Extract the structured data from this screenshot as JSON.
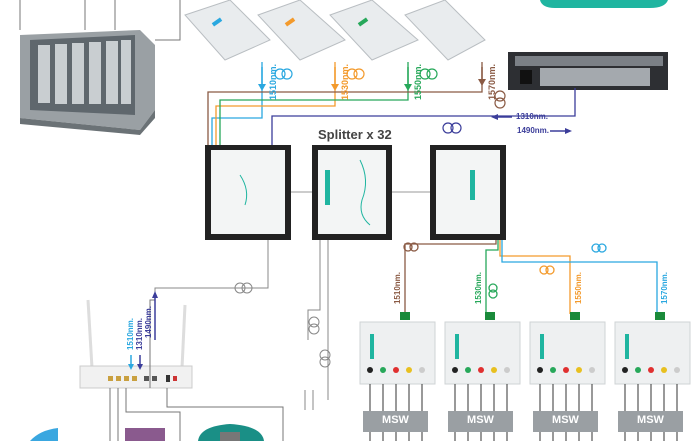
{
  "title": "Splitter x 32",
  "headend": {
    "downstream_wavelengths": [
      {
        "label": "1510nm.",
        "color": "#2aa8e0"
      },
      {
        "label": "1530nm.",
        "color": "#f39a2c"
      },
      {
        "label": "1550nm.",
        "color": "#27a85a"
      },
      {
        "label": "1570nm.",
        "color": "#8a5a44"
      }
    ],
    "olt_up": {
      "label": "1310nm.",
      "color": "#3b3d9a"
    },
    "olt_down": {
      "label": "1490nm.",
      "color": "#3b3d9a"
    }
  },
  "drops": [
    {
      "label": "1510nm.",
      "color": "#8a5a44"
    },
    {
      "label": "1530nm.",
      "color": "#27a85a"
    },
    {
      "label": "1550nm.",
      "color": "#f39a2c"
    },
    {
      "label": "1570nm.",
      "color": "#2aa8e0"
    }
  ],
  "msw_label": "MSW",
  "router_labels": [
    {
      "label": "1510nm.",
      "color": "#2aa8e0"
    },
    {
      "label": "1310nm.",
      "color": "#3b3d9a"
    },
    {
      "label": "1490nm.",
      "color": "#3b3d9a"
    }
  ]
}
